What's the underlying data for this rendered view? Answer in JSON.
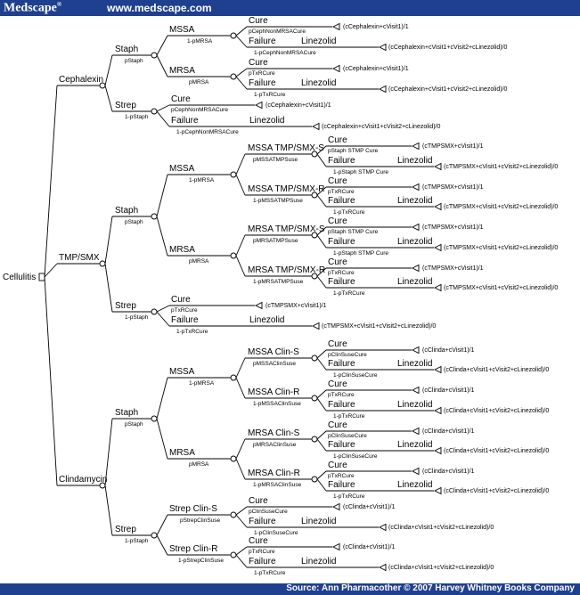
{
  "header": {
    "logo": "Medscape",
    "logo_mark": "®",
    "site_url": "www.medscape.com"
  },
  "footer": {
    "source": "Source: Ann Pharmacother © 2007 Harvey Whitney Books Company"
  },
  "colors": {
    "bar": "#1f3f8f"
  },
  "tree": {
    "root": "Cellulitis",
    "antibiotics": [
      "Cephalexin",
      "TMP/SMX",
      "Clindamycin"
    ],
    "labels": {
      "staph": "Staph",
      "strep": "Strep",
      "mssa": "MSSA",
      "mrsa": "MRSA",
      "cure": "Cure",
      "failure": "Failure",
      "linezolid": "Linezolid",
      "mssa_tmp_s": "MSSA TMP/SMX-S",
      "mssa_tmp_r": "MSSA TMP/SMX-R",
      "mrsa_tmp_s": "MRSA TMP/SMX-S",
      "mrsa_tmp_r": "MRSA TMP/SMX-R",
      "mssa_clin_s": "MSSA Clin-S",
      "mssa_clin_r": "MSSA Clin-R",
      "mrsa_clin_s": "MRSA Clin-S",
      "mrsa_clin_r": "MRSA Clin-R",
      "strep_clin_s": "Strep Clin-S",
      "strep_clin_r": "Strep Clin-R"
    },
    "probs": {
      "pStaph": "pStaph",
      "1-pStaph": "1-pStaph",
      "1-pMRSA": "1-pMRSA",
      "pMRSA": "pMRSA",
      "pCephNonMRSACure": "pCephNonMRSACure",
      "1-pCephNonMRSACure": "1-pCephNonMRSACure",
      "pTxRCure": "pTxRCure",
      "1-pTxRCure": "1-pTxRCure",
      "pMSSATMPSuse": "pMSSATMPSuse",
      "1-pMSSATMPSuse": "1-pMSSATMPSuse",
      "pMRSATMPSuse": "pMRSATMPSuse",
      "1-pMRSATMPSuse": "1-pMRSATMPSuse",
      "pStaph STMP Cure": "pStaph STMP Cure",
      "1-pStaph STMP Cure": "1-pStaph STMP Cure",
      "pMSSAClinSuse": "pMSSAClinSuse",
      "1-pMSSAClinSuse": "1-pMSSAClinSuse",
      "pMRSAClinSuse": "pMRSAClinSuse",
      "1-pMRSAClinSuse": "1-pMRSAClinSuse",
      "pClinSuseCure": "pClinSuseCure",
      "1-pClinSuseCure": "1-pClinSuseCure",
      "pStrepClinSuse": "pStrepClinSuse",
      "1-pStrepClinSuse": "1-pStrepClinSuse"
    },
    "payoffs": {
      "ceph_cure": "(cCephalexin+cVisit1)/1",
      "ceph_fail": "(cCephalexin+cVisit1+cVisit2+cLinezolid)/0",
      "tmp_cure": "(cTMPSMX+cVisit1)/1",
      "tmp_fail": "(cTMPSMX+cVisit1+cVisit2+cLinezolid)/0",
      "clin_cure": "(cClinda+cVisit1)/1",
      "clin_fail": "(cClinda+cVisit1+cVisit2+cLinezolid)/0"
    }
  }
}
